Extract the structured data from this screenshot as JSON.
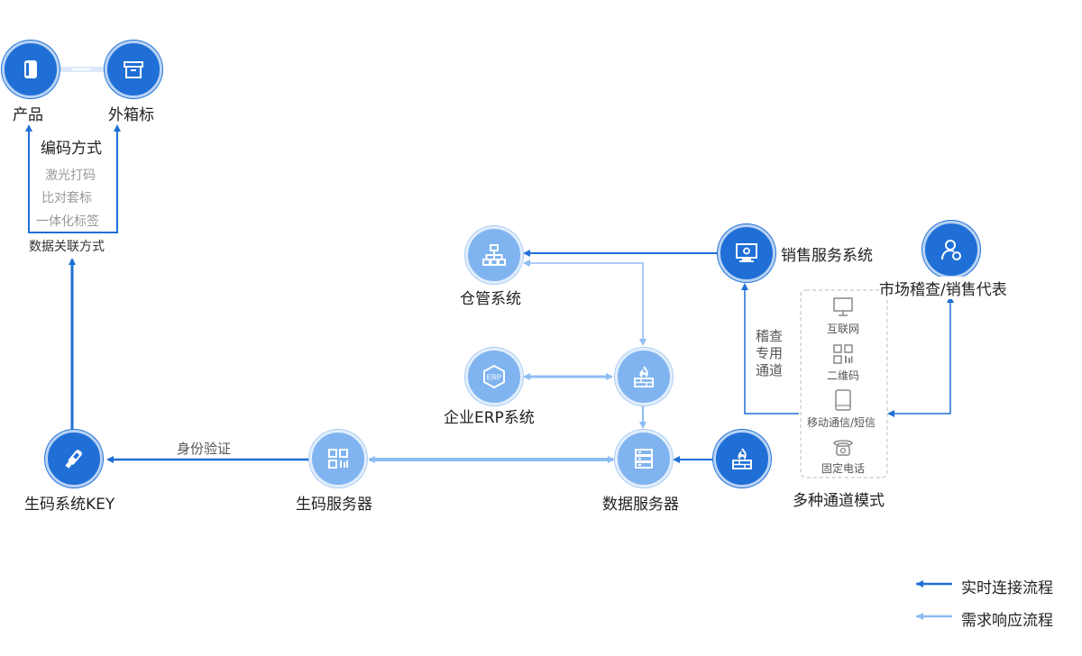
{
  "nodes": {
    "product": "产品",
    "outer_box": "外箱标",
    "key": "生码系统KEY",
    "code_server": "生码服务器",
    "data_server": "数据服务器",
    "multi_channel": "多种通道模式",
    "warehouse": "仓管系统",
    "erp": "企业ERP系统",
    "sales": "销售服务系统",
    "inspector": "市场稽查/销售代表"
  },
  "encoding": {
    "title": "编码方式",
    "items": [
      "激光打码",
      "比对套标",
      "一体化标签"
    ],
    "relation": "数据关联方式"
  },
  "edges": {
    "identity": "身份验证",
    "audit_line1": "稽查",
    "audit_line2": "专用",
    "audit_line3": "通道"
  },
  "channels": [
    "互联网",
    "二维码",
    "移动通信/短信",
    "固定电话"
  ],
  "erp_badge": "ERP",
  "legend": {
    "realtime": "实时连接流程",
    "request": "需求响应流程",
    "realtime_color": "#1f6fd6",
    "request_color": "#8dbcf2"
  }
}
